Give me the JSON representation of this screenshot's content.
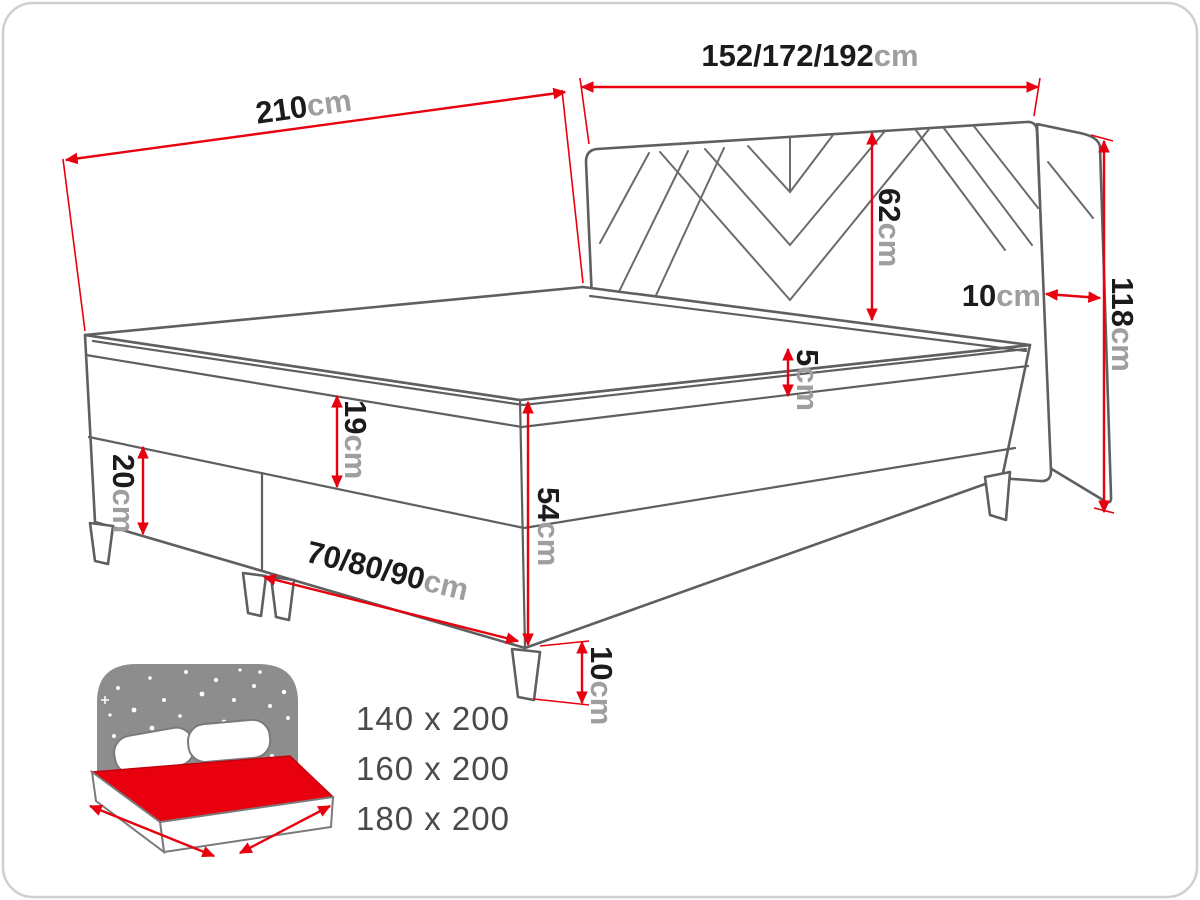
{
  "palette": {
    "dimension_red": "#e8000f",
    "outline_gray": "#5f5f5f",
    "number_black": "#1b1b1b",
    "unit_gray": "#9e9e9e",
    "icon_headboard_gray": "#8d8d8d",
    "icon_mattress_red": "#e8000f",
    "background": "#ffffff"
  },
  "dimensions": {
    "bed_length": {
      "value": "210",
      "unit": "cm"
    },
    "headboard_width": {
      "value": "152/172/192",
      "unit": "cm"
    },
    "headboard_panel_height": {
      "value": "62",
      "unit": "cm"
    },
    "headboard_depth": {
      "value": "10",
      "unit": "cm"
    },
    "headboard_total_height": {
      "value": "118",
      "unit": "cm"
    },
    "topper_height": {
      "value": "5",
      "unit": "cm"
    },
    "mattress_height": {
      "value": "19",
      "unit": "cm"
    },
    "base_height": {
      "value": "20",
      "unit": "cm"
    },
    "bed_total_height": {
      "value": "54",
      "unit": "cm"
    },
    "base_module_width": {
      "value": "70/80/90",
      "unit": "cm"
    },
    "leg_height": {
      "value": "10",
      "unit": "cm"
    }
  },
  "sizes": {
    "items": [
      "140 x 200",
      "160 x 200",
      "180 x 200"
    ]
  }
}
